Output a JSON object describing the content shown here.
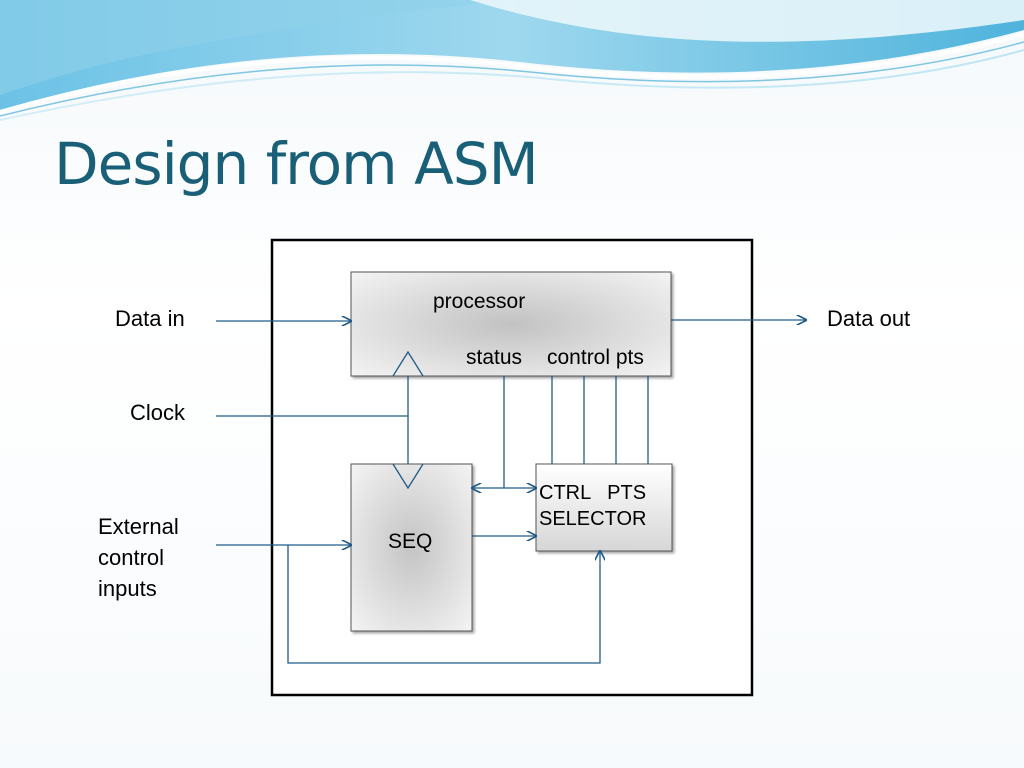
{
  "slide": {
    "title": "Design from ASM",
    "theme_colors": {
      "title": "#1a5f78",
      "wave_light": "#a8dcef",
      "wave_dark": "#3aa3cf",
      "wire": "#1f5c8a"
    }
  },
  "diagram": {
    "external_inputs": {
      "data_in": "Data in",
      "clock": "Clock",
      "external_control": [
        "External",
        "control",
        "inputs"
      ]
    },
    "external_outputs": {
      "data_out": "Data out"
    },
    "blocks": {
      "processor": {
        "label": "processor",
        "status_label": "status",
        "control_label": "control pts"
      },
      "seq": {
        "label": "SEQ"
      },
      "ctrl_pts_selector": {
        "line1": "CTRL   PTS",
        "line2": "SELECTOR"
      }
    }
  }
}
